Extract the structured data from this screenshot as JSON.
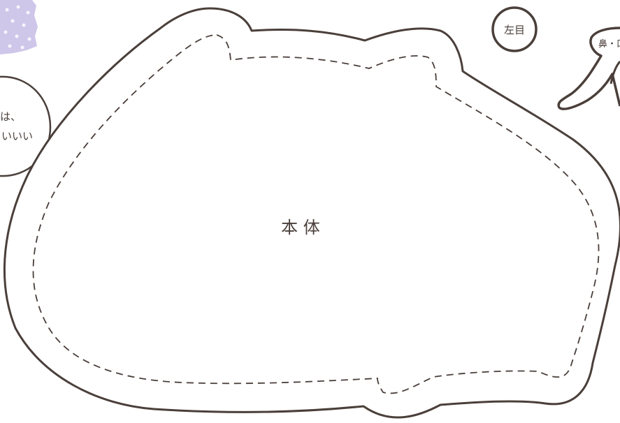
{
  "pattern": {
    "body_label": "本 体",
    "left_eye_label": "左目",
    "nose_mouth_label": "鼻・口",
    "note_fragment_line1": "は、",
    "note_fragment_line2": "いいい"
  },
  "colors": {
    "outline": "#4a3f3a",
    "background": "#ffffff",
    "tape": "#cfc7ea",
    "tape_dots": "#ffffff"
  }
}
